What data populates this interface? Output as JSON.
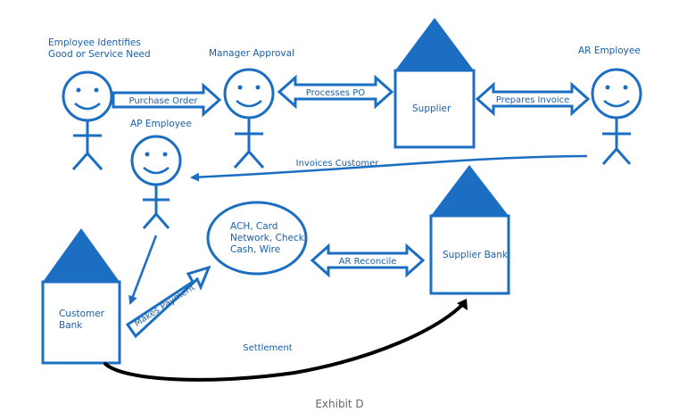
{
  "colors": {
    "stroke": "#1b6ec2",
    "fill": "#1b6ec2",
    "text": "#1a5fa8",
    "settlement": "#000000",
    "caption": "#666666"
  },
  "people": {
    "employee": {
      "label": "Employee Identifies\nGood or Service Need"
    },
    "manager": {
      "label": "Manager Approval"
    },
    "ap": {
      "label": "AP Employee"
    },
    "ar": {
      "label": "AR Employee"
    }
  },
  "buildings": {
    "supplier": {
      "label": "Supplier"
    },
    "customer_bank": {
      "label": "Customer\nBank"
    },
    "supplier_bank": {
      "label": "Supplier Bank"
    }
  },
  "network": {
    "label": "ACH, Card\nNetwork, Check,\nCash, Wire"
  },
  "arrows": {
    "purchase_order": "Purchase Order",
    "processes_po": "Processes PO",
    "prepares_invoice": "Prepares Invoice",
    "invoices_customer": "Invoices Customer",
    "makes_payment": "Makes Payment",
    "ar_reconcile": "AR Reconcile",
    "settlement": "Settlement"
  },
  "caption": "Exhibit D"
}
